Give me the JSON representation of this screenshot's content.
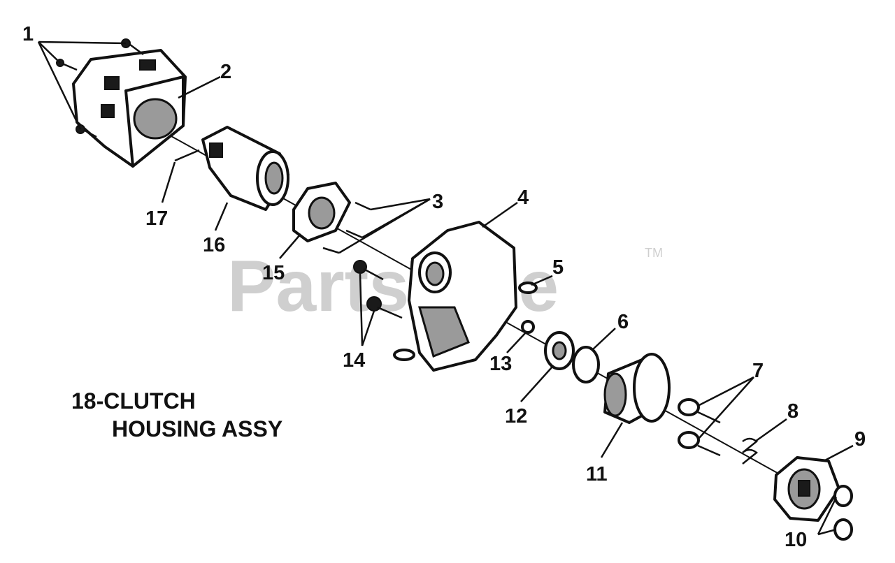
{
  "watermark": {
    "text": "PartsTree",
    "tm": "TM"
  },
  "caption": {
    "line1": "18-CLUTCH",
    "line2": "HOUSING ASSY"
  },
  "callouts": [
    "1",
    "2",
    "3",
    "4",
    "5",
    "6",
    "7",
    "8",
    "9",
    "10",
    "11",
    "12",
    "13",
    "14",
    "15",
    "16",
    "17"
  ],
  "colors": {
    "ink": "#111111",
    "watermark": "#cfcfcf",
    "background": "#ffffff"
  }
}
